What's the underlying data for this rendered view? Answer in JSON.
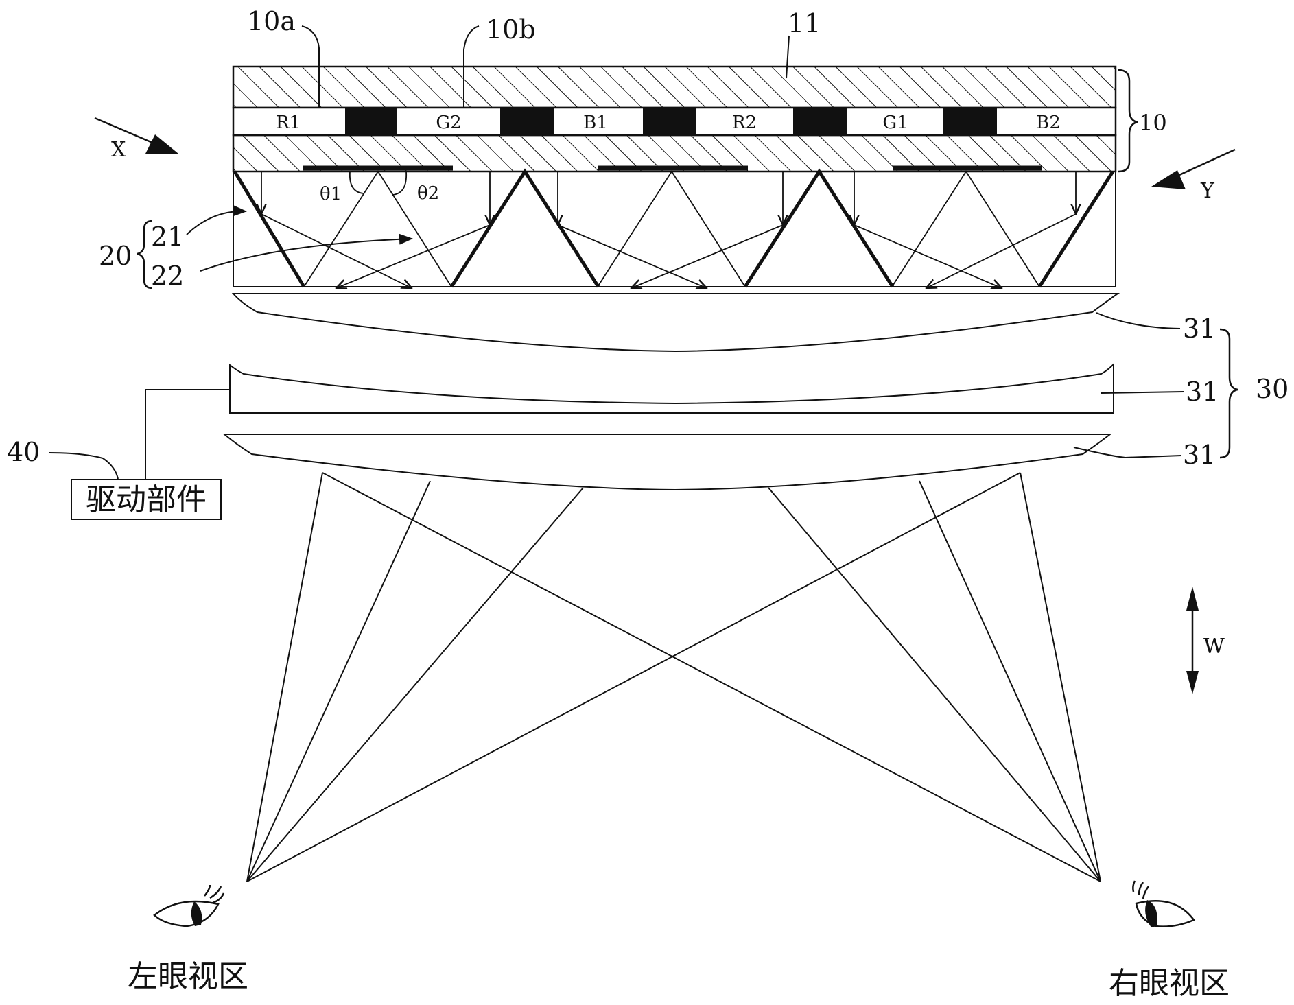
{
  "labels": {
    "ref_10a": "10a",
    "ref_10b": "10b",
    "ref_11": "11",
    "ref_10": "10",
    "ref_20": "20",
    "ref_21": "21",
    "ref_22": "22",
    "ref_30": "30",
    "ref_31_top": "31",
    "ref_31_mid": "31",
    "ref_31_bot": "31",
    "ref_40": "40",
    "axis_x": "X",
    "axis_y": "Y",
    "axis_w": "W",
    "theta1": "θ1",
    "theta2": "θ2"
  },
  "pixels": [
    "R1",
    "G2",
    "B1",
    "R2",
    "G1",
    "B2"
  ],
  "drive_component": "驱动部件",
  "left_eye_zone": "左眼视区",
  "right_eye_zone": "右眼视区",
  "colors": {
    "ink": "#111111",
    "background": "#ffffff"
  }
}
